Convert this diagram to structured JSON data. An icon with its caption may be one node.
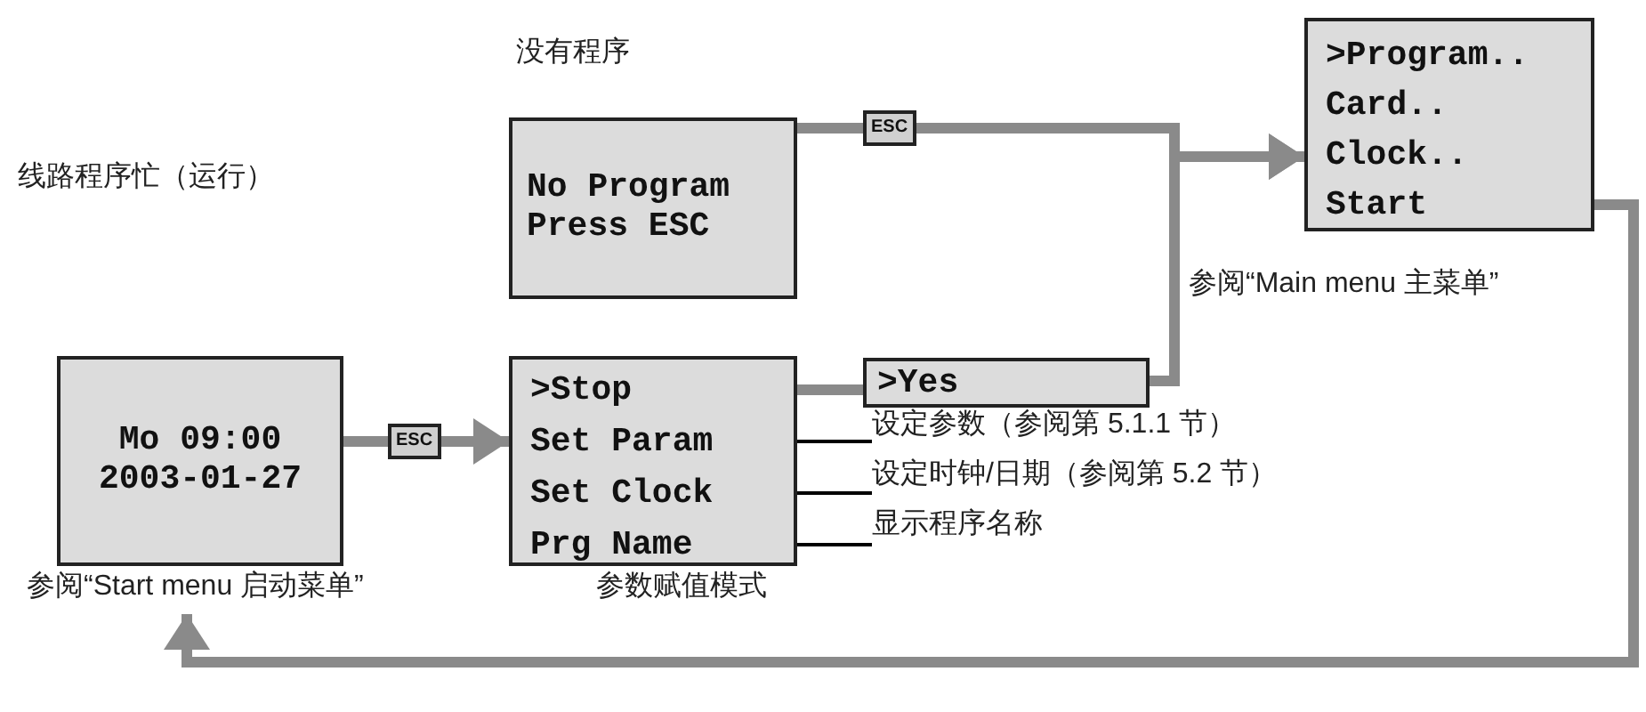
{
  "diagram": {
    "nodes": [
      {
        "text": [
          "No Program",
          "Press ESC"
        ],
        "beside": [
          "没有程序"
        ]
      },
      {
        "text": [],
        "shape": "box",
        "beside": [
          "参阅“Main menu 主菜单”"
        ]
      },
      {
        "text": [
          ">Program.."
        ],
        "in": 1
      },
      {
        "text": [
          "Card.."
        ],
        "in": 1
      },
      {
        "text": [
          "Clock.."
        ],
        "in": 1
      },
      {
        "text": [
          "Start"
        ],
        "in": 1
      },
      {
        "text": [
          "Mo 09:00",
          "2003-01-27"
        ],
        "beside": [
          "参阅“Start menu 启动菜单”"
        ]
      },
      {
        "text": [],
        "shape": "box",
        "beside": [
          "参数赋值模式"
        ]
      },
      {
        "text": [
          ">Stop"
        ],
        "in": 7
      },
      {
        "text": [
          "Set Param"
        ],
        "in": 7
      },
      {
        "text": [
          "Set Clock"
        ],
        "in": 7
      },
      {
        "text": [
          "Prg Name"
        ],
        "in": 7
      },
      {
        "text": [
          ">Yes"
        ]
      },
      {
        "text": [
          "设定参数（参阅第 5.1.1 节）"
        ]
      },
      {
        "text": [
          "设定时钟/日期（参阅第 5.2 节）"
        ]
      },
      {
        "text": [
          "显示程序名称"
        ]
      }
    ],
    "edges": [
      {
        "from": 0,
        "to": 1,
        "arrow": "to",
        "label": "ESC"
      },
      {
        "from": 8,
        "to": 12,
        "arrow": "none"
      },
      {
        "from": 12,
        "to": 1,
        "arrow": "to"
      },
      {
        "from": 5,
        "to": 6,
        "arrow": "to"
      },
      {
        "from": 6,
        "to": 7,
        "arrow": "to",
        "label": "ESC"
      },
      {
        "from": 9,
        "to": 13,
        "arrow": "none",
        "color": "#000000"
      },
      {
        "from": 10,
        "to": 14,
        "arrow": "none",
        "color": "#000000"
      },
      {
        "from": 11,
        "to": 15,
        "arrow": "none",
        "color": "#000000"
      }
    ],
    "labels": [
      "线路程序忙（运行）"
    ]
  }
}
